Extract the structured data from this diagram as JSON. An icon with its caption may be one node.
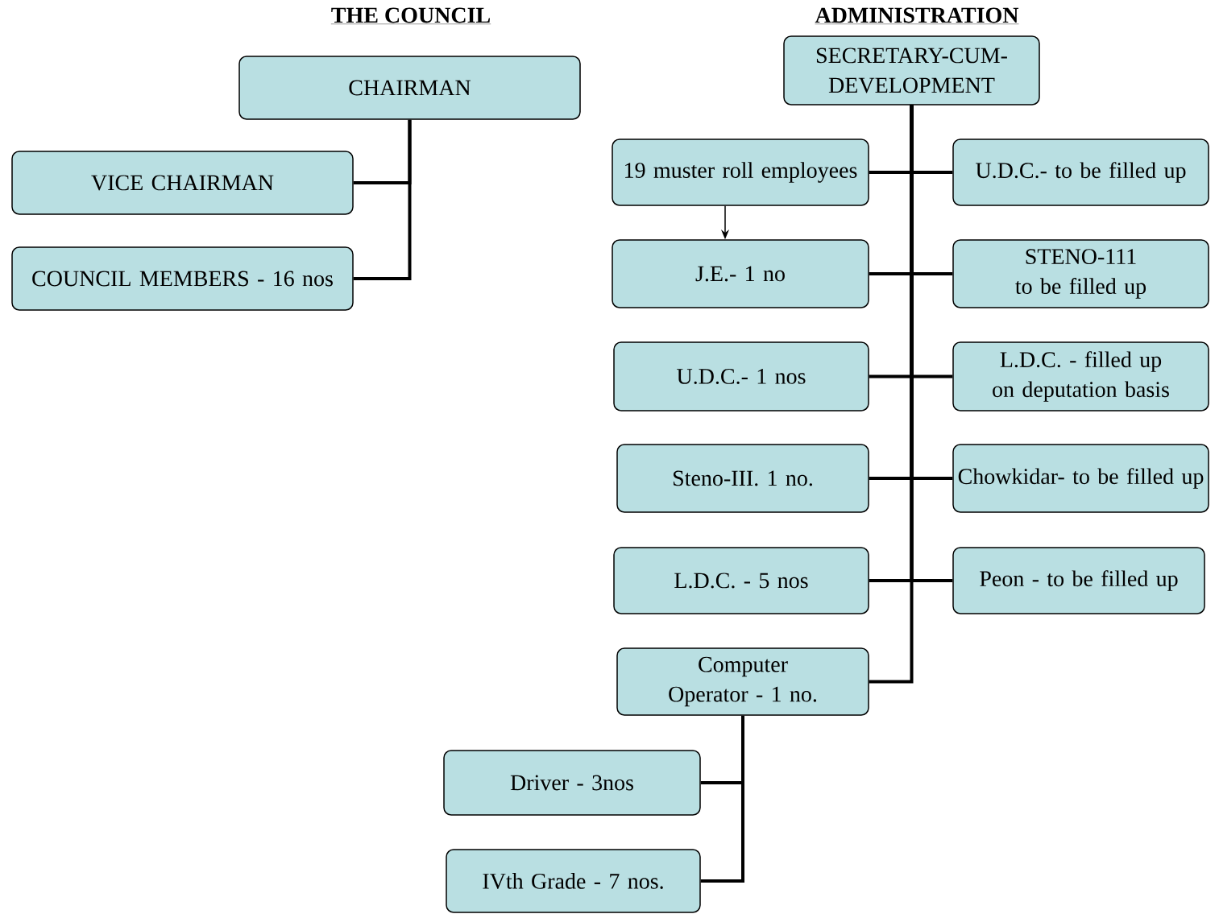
{
  "diagram": {
    "nodes": [
      {
        "text": [
          "CHAIRMAN"
        ]
      },
      {
        "text": [
          "VICE CHAIRMAN"
        ]
      },
      {
        "text": [
          "COUNCIL MEMBERS - 16 nos"
        ]
      },
      {
        "text": [
          "SECRETARY-CUM-DEVELOPMENT"
        ]
      },
      {
        "text": [
          "19 muster roll employees"
        ]
      },
      {
        "text": [
          "U.D.C.- to be filled up"
        ]
      },
      {
        "text": [
          "J.E.- 1 no"
        ]
      },
      {
        "text": [
          "STENO-111 to be filled up"
        ]
      },
      {
        "text": [
          "U.D.C.- 1 nos"
        ]
      },
      {
        "text": [
          "L.D.C. - filled up on deputation basis"
        ]
      },
      {
        "text": [
          "Steno-III. 1 no."
        ]
      },
      {
        "text": [
          "Chowkidar- to be filled up"
        ]
      },
      {
        "text": [
          "L.D.C. - 5 nos"
        ]
      },
      {
        "text": [
          "Peon - to be filled up"
        ]
      },
      {
        "text": [
          "Computer Operator - 1 no."
        ]
      },
      {
        "text": [
          "Driver - 3nos"
        ]
      },
      {
        "text": [
          "IVth Grade - 7 nos."
        ]
      }
    ],
    "edges": [
      {
        "from": 0,
        "to": 1,
        "arrow": "none"
      },
      {
        "from": 0,
        "to": 2,
        "arrow": "none"
      },
      {
        "from": 3,
        "to": 4,
        "arrow": "none"
      },
      {
        "from": 3,
        "to": 5,
        "arrow": "none"
      },
      {
        "from": 3,
        "to": 6,
        "arrow": "none"
      },
      {
        "from": 3,
        "to": 7,
        "arrow": "none"
      },
      {
        "from": 3,
        "to": 8,
        "arrow": "none"
      },
      {
        "from": 3,
        "to": 9,
        "arrow": "none"
      },
      {
        "from": 3,
        "to": 10,
        "arrow": "none"
      },
      {
        "from": 3,
        "to": 11,
        "arrow": "none"
      },
      {
        "from": 3,
        "to": 12,
        "arrow": "none"
      },
      {
        "from": 3,
        "to": 13,
        "arrow": "none"
      },
      {
        "from": 3,
        "to": 14,
        "arrow": "none"
      },
      {
        "from": 4,
        "to": 6,
        "arrow": "to"
      },
      {
        "from": 14,
        "to": 15,
        "arrow": "none"
      },
      {
        "from": 14,
        "to": 16,
        "arrow": "none"
      }
    ],
    "labels": [
      "THE COUNCIL",
      "ADMINISTRATION"
    ]
  }
}
